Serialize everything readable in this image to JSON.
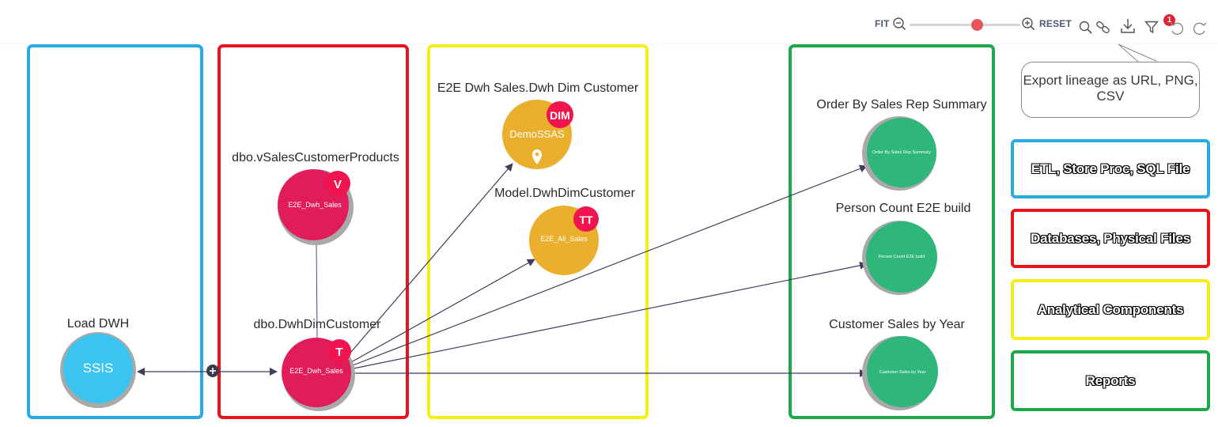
{
  "toolbar": {
    "fit_label": "FIT",
    "reset_label": "RESET",
    "zoom_slider_value": 0.6,
    "filter_badge": "1"
  },
  "tooltip": {
    "text": "Export lineage as URL, PNG, CSV"
  },
  "legend": {
    "etl": "ETL, Store Proc, SQL File",
    "databases": "Databases, Physical Files",
    "analytical": "Analytical Components",
    "reports": "Reports"
  },
  "colors": {
    "etl": "#29aae1",
    "database": "#e8141c",
    "analytical": "#f4ee19",
    "report": "#1fa84b",
    "ssis_node": "#3ac4ef",
    "db_node": "#e01d5a",
    "ssas_node": "#e9af2d",
    "report_node": "#2fb67a",
    "badge": "#f0144f"
  },
  "nodes": {
    "load_dwh": {
      "title": "Load DWH",
      "label": "SSIS"
    },
    "vsales": {
      "title": "dbo.vSalesCustomerProducts",
      "label": "E2E_Dwh_Sales",
      "badge": "V"
    },
    "dwhdim": {
      "title": "dbo.DwhDimCustomer",
      "label": "E2E_Dwh_Sales",
      "badge": "T"
    },
    "ssas_dim": {
      "title": "E2E Dwh Sales.Dwh Dim Customer",
      "label": "DemoSSAS",
      "badge": "DIM"
    },
    "model_dim": {
      "title": "Model.DwhDimCustomer",
      "label": "E2E_All_Sales",
      "badge": "TT"
    },
    "rep_order": {
      "title": "Order By Sales Rep Summary",
      "label": "Order By Sales Rep Summary"
    },
    "rep_person": {
      "title": "Person Count E2E build",
      "label": "Person Count E2E build"
    },
    "rep_customer": {
      "title": "Customer Sales by Year",
      "label": "Customer Sales by Year"
    }
  }
}
